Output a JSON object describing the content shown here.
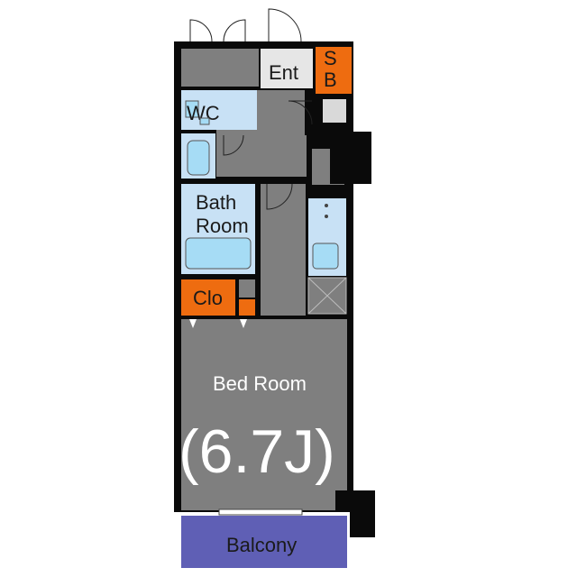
{
  "floorplan": {
    "rooms": {
      "entrance": "Ent",
      "shoe_box_s": "S",
      "shoe_box_b": "B",
      "toilet": "WC",
      "bath_line1": "Bath",
      "bath_line2": "Room",
      "closet": "Clo",
      "bedroom": "Bed Room",
      "bedroom_size": "(6.7J)",
      "balcony": "Balcony"
    },
    "colors": {
      "wall": "#0a0a0a",
      "floor": "#7f7f7f",
      "entrance_floor": "#e6e6e6",
      "wet_area": "#c8e1f5",
      "fixture": "#a6dcf5",
      "storage": "#ee6c10",
      "balcony": "#5f5fb5"
    }
  }
}
